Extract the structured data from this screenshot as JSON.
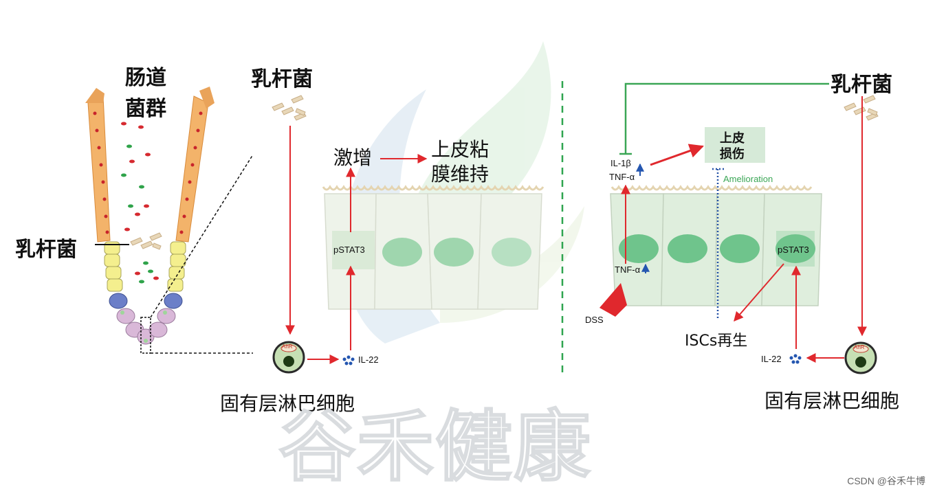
{
  "left_panel": {
    "gut_flora_label": [
      "肠道",
      "菌群"
    ],
    "lactobacillus_label": "乳杆菌"
  },
  "middle_panel": {
    "lactobacillus_label": "乳杆菌",
    "surge_label": "激增",
    "maintenance_label": [
      "上皮粘",
      "膜维持"
    ],
    "pstat3_label": "pSTAT3",
    "il22_label": "IL-22",
    "ahr_label": "AhR",
    "ilc_label": "固有层淋巴细胞"
  },
  "right_panel": {
    "lactobacillus_label": "乳杆菌",
    "injury_label": [
      "上皮",
      "损伤"
    ],
    "il1b_label": "IL-1β",
    "tnf_label_top": "TNF-α",
    "amelioration_label": "Amelioration",
    "tnf_label_mid": "TNF-α",
    "dss_label": "DSS",
    "pstat3_label": "pSTAT3",
    "iscs_label": "ISCs再生",
    "il22_label": "IL-22",
    "ahr_label": "AhR",
    "ilc_label": "固有层淋巴细胞"
  },
  "watermark": "谷禾健康",
  "credit": "CSDN @谷禾牛博",
  "colors": {
    "arrow_red": "#e0282d",
    "inhibit_green": "#3aa655",
    "divider_green": "#2ea44f",
    "blue_dotted": "#2451a6",
    "up_arrow_blue": "#2456b0",
    "nucleus_green": "#6fc48c",
    "cell_fill": "#eef3ea"
  }
}
